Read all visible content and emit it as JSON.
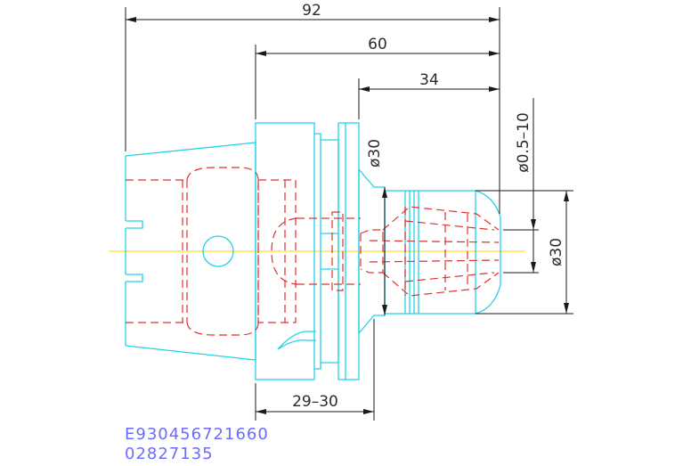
{
  "drawing": {
    "dimensions": {
      "overall_length": "92",
      "flange_to_end": "60",
      "nut_length": "34",
      "nut_diameter": "ø30",
      "clamping_range": "ø0.5–10",
      "collet_diameter": "ø30",
      "gauge_length": "29–30"
    },
    "part_code": "E930456721660",
    "serial_number": "02827135",
    "colors": {
      "outline": "#22d3e6",
      "hidden_lines": "#e03030",
      "dimension_lines": "#1a1a1a",
      "centerline": "#ffd400",
      "text_id": "#6b6bff"
    }
  }
}
